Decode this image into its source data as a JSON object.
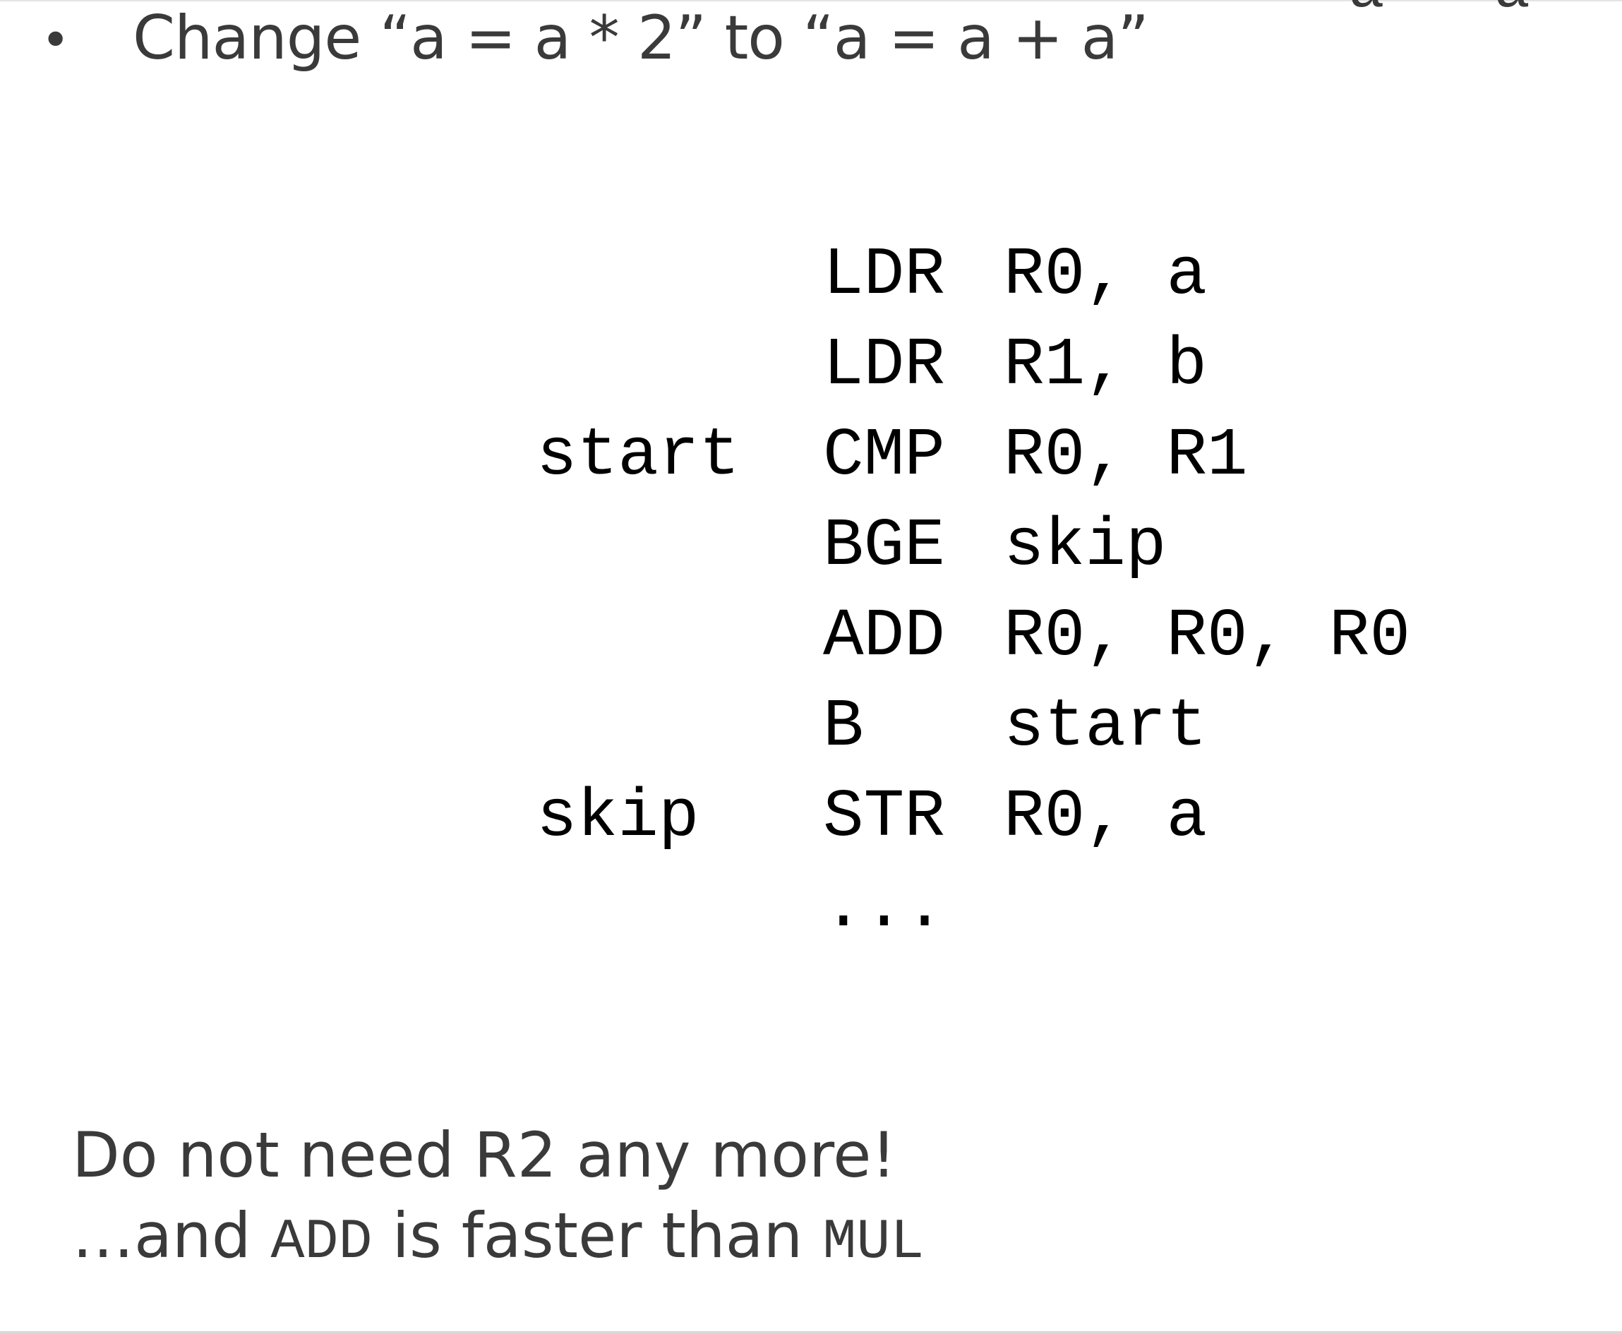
{
  "bullet": {
    "text": "Change “a = a * 2” to “a = a + a”"
  },
  "clipped_corner_text": "a = a",
  "code": {
    "lines": [
      {
        "label": "",
        "op": "LDR",
        "args": "R0, a"
      },
      {
        "label": "",
        "op": "LDR",
        "args": "R1, b"
      },
      {
        "label": "start",
        "op": "CMP",
        "args": "R0, R1"
      },
      {
        "label": "",
        "op": "BGE",
        "args": "skip"
      },
      {
        "label": "",
        "op": "ADD",
        "args": "R0, R0, R0"
      },
      {
        "label": "",
        "op": "B",
        "args": "start"
      },
      {
        "label": "skip",
        "op": "STR",
        "args": "R0, a"
      },
      {
        "label": "",
        "op": "...",
        "args": ""
      }
    ]
  },
  "note": {
    "line1": "Do not need R2 any more!",
    "line2_prefix": "…and ",
    "line2_add": "ADD",
    "line2_middle": " is faster than ",
    "line2_mul": "MUL"
  }
}
